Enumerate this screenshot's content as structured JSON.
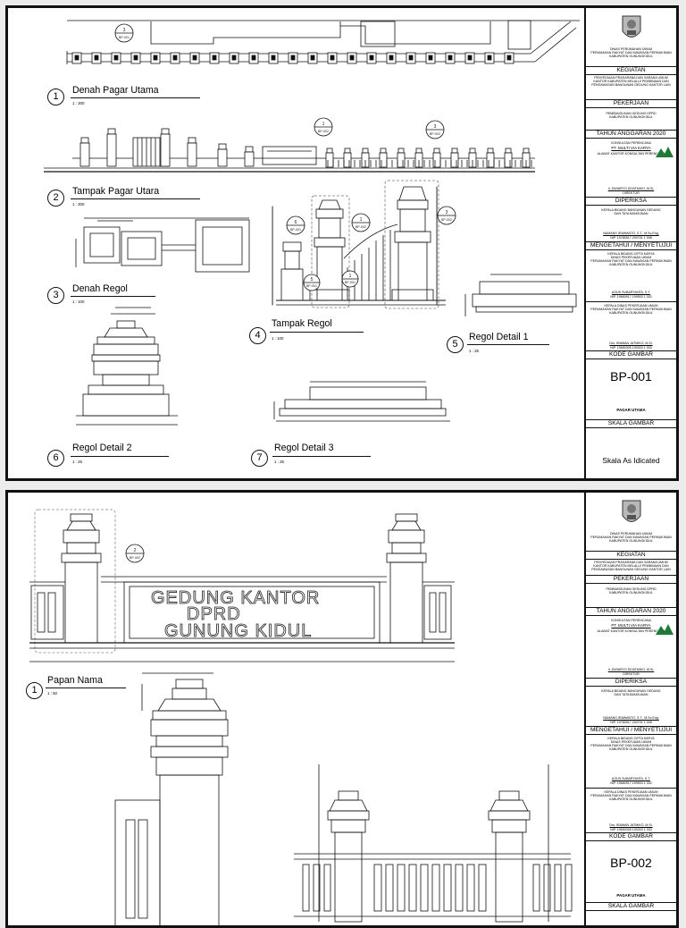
{
  "title_block": {
    "agency": [
      "DINAS PERUMAHAN UMUM",
      "PERUMAHAN RAKYAT DAN KAWASAN PERMUKIMAN",
      "KABUPATEN GUNUNGKIDUL"
    ],
    "kegiatan_label": "KEGIATAN",
    "kegiatan_text": "PENYEDIAAN PRASARANA DAN SARANA UMUM KANTOR KABUPATEN MELALUI PEMBINAAN DAN PENGAWASAN BANGUNAN GEDUNG KANTOR LAIN",
    "pekerjaan_label": "PEKERJAAN",
    "pekerjaan_text": [
      "PEMBANGUNAN GEDUNG DPRD",
      "KABUPATEN GUNUNGKIDUL"
    ],
    "tahun_label": "TAHUN ANGGARAN 2020",
    "konsultan_label": "KONSULTAN PERENCANA",
    "konsultan_name": "PT. MULTI VIA KARYA",
    "konsultan_address": "ALAMAT KANTOR KONSULTAN PERENCANA",
    "planner_name": "Ir. DWIARYO DIYATMIKO, M.Si.",
    "planner_role": "DIREKTUR",
    "diperiksa_label": "DIPERIKSA",
    "diperiksa_role": [
      "KEPALA BIDANG BANGUNAN GEDUNG",
      "DAN TATA BANGUNAN"
    ],
    "diperiksa_name": "NAMANG IRAWANTO, S.T., M.Sc.Eng.",
    "diperiksa_nip": "NIP. 19780517 200701 1 008",
    "mengetahui_label": "MENGETAHUI / MENYETUJUI",
    "mengetahui_role": [
      "KEPALA BIDANG CIPTA KARYA",
      "DINAS PEKERJAAN UMUM",
      "PERUMAHAN RAKYAT DAN KAWASAN PERMUKIMAN",
      "KABUPATEN GUNUNGKIDUL"
    ],
    "mengetahui_name": "AGUS SUBARYANTA, S.T.",
    "mengetahui_nip": "NIP. 19680917 199503 1 002",
    "kepala_role": [
      "KEPALA DINAS PEKERJAAN UMUM",
      "PERUMAHAN RAKYAT DAN KAWASAN PERMUKIMAN",
      "KABUPATEN GUNUNGKIDUL"
    ],
    "kepala_name": "Drs. IRAWAN JATMIKO, M.Si.",
    "kepala_nip": "NIP. 19650305 199303 1 003",
    "kode_label": "KODE GAMBAR",
    "skala_label": "SKALA GAMBAR"
  },
  "sheets": [
    {
      "code": "BP-001",
      "drawing_name": "PAGAR UTAMA",
      "scale_value": "Skala As Idicated",
      "views": [
        {
          "num": "1",
          "title": "Denah Pagar Utama",
          "scale": "1 : 300"
        },
        {
          "num": "2",
          "title": "Tampak Pagar Utara",
          "scale": "1 : 300"
        },
        {
          "num": "3",
          "title": "Denah Regol",
          "scale": "1 : 100"
        },
        {
          "num": "4",
          "title": "Tampak Regol",
          "scale": "1 : 100"
        },
        {
          "num": "5",
          "title": "Regol Detail 1",
          "scale": "1 : 25"
        },
        {
          "num": "6",
          "title": "Regol Detail 2",
          "scale": "1 : 25"
        },
        {
          "num": "7",
          "title": "Regol Detail 3",
          "scale": "1 : 25"
        }
      ],
      "callouts": [
        {
          "num": "3",
          "ref": "BP-001"
        },
        {
          "num": "1",
          "ref": "BP-002"
        },
        {
          "num": "3",
          "ref": "BP-002"
        },
        {
          "num": "6",
          "ref": "BP-001"
        },
        {
          "num": "1",
          "ref": "BP-002"
        },
        {
          "num": "5",
          "ref": "BP-001"
        },
        {
          "num": "1",
          "ref": "BP-001"
        },
        {
          "num": "3",
          "ref": "BP-002"
        }
      ]
    },
    {
      "code": "BP-002",
      "drawing_name": "PAGAR UTAMA",
      "views": [
        {
          "num": "1",
          "title": "Papan Nama",
          "scale": "1 : 50"
        }
      ],
      "callouts": [
        {
          "num": "2",
          "ref": "BP-002"
        }
      ],
      "sign_lines": [
        "GEDUNG KANTOR",
        "DPRD",
        "GUNUNG KIDUL"
      ]
    }
  ]
}
